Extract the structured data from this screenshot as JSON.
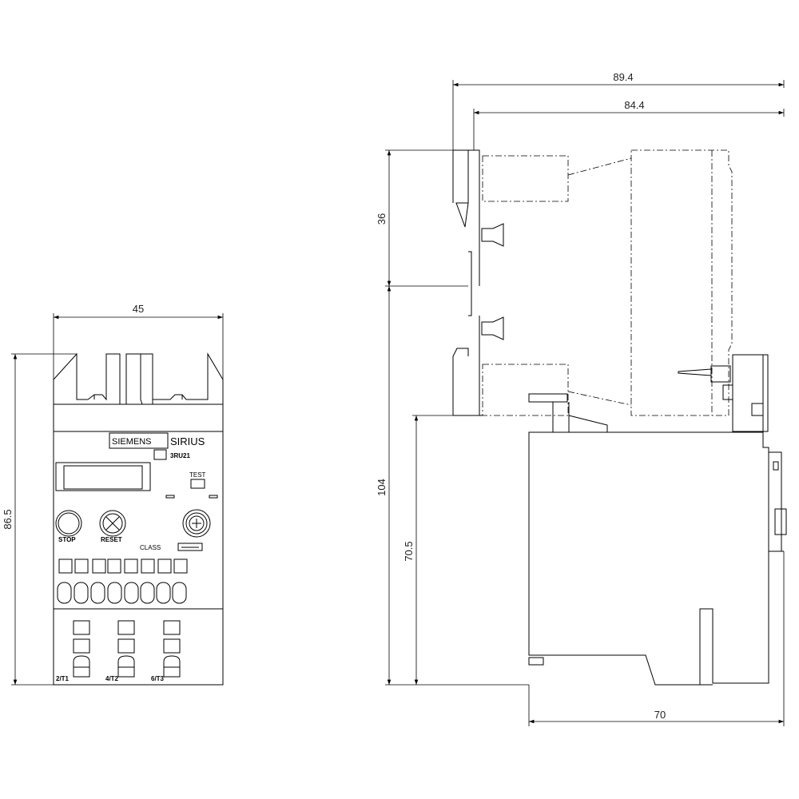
{
  "dimensions": {
    "front_width": "45",
    "front_height": "86.5",
    "overall_depth": "89.4",
    "body_depth": "84.4",
    "mount_height": "36",
    "total_height": "104",
    "lower_height": "70.5",
    "bottom_depth": "70"
  },
  "front_view": {
    "brand": "SIEMENS",
    "product_line": "SIRIUS",
    "model": "3RU21",
    "test_label": "TEST",
    "stop_label": "STOP",
    "reset_label": "RESET",
    "class_label": "CLASS",
    "terminals": [
      "2/T1",
      "4/T2",
      "6/T3"
    ]
  }
}
